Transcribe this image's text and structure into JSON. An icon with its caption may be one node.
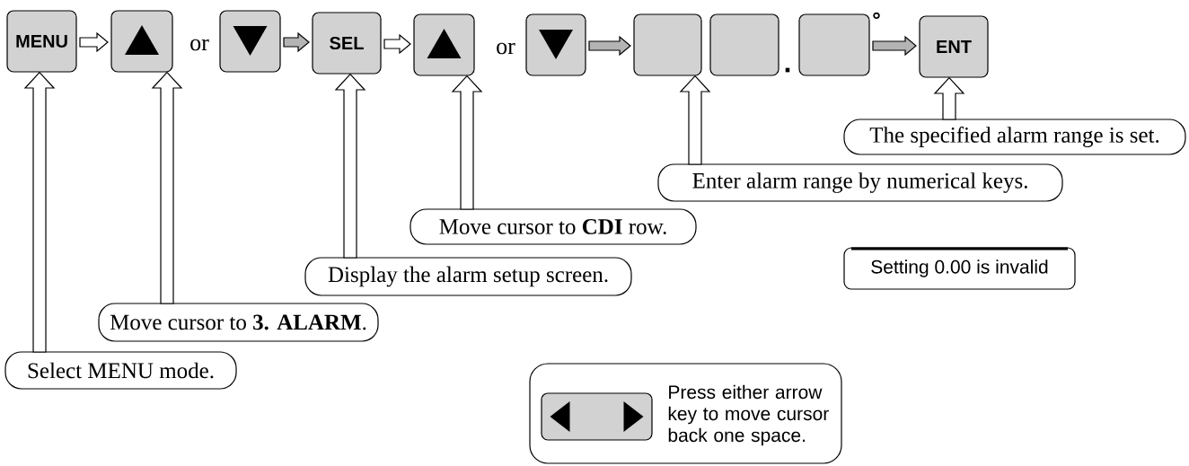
{
  "diagram": {
    "nodes": [
      {
        "text": [
          "MENU"
        ]
      },
      {
        "text": [],
        "shape": "box"
      },
      {
        "text": [],
        "shape": "box"
      },
      {
        "text": [
          "SEL"
        ]
      },
      {
        "text": [],
        "shape": "box"
      },
      {
        "text": [],
        "shape": "box"
      },
      {
        "text": [],
        "shape": "box"
      },
      {
        "text": [],
        "shape": "box"
      },
      {
        "text": [],
        "shape": "box"
      },
      {
        "text": [
          "ENT"
        ]
      },
      {
        "text": [
          "The specified alarm range is set."
        ]
      },
      {
        "text": [
          "Enter alarm range by numerical keys."
        ]
      },
      {
        "text": [
          "Move cursor to **CDI** row."
        ]
      },
      {
        "text": [
          "Display the alarm setup screen."
        ]
      },
      {
        "text": [
          "Move cursor to **3. ALARM**."
        ]
      },
      {
        "text": [
          "Select MENU mode."
        ]
      },
      {
        "text": [
          "Setting 0.00 is invalid"
        ]
      },
      {
        "text": [
          "Press either arrow key to move cursor back one space."
        ]
      },
      {
        "text": [],
        "shape": "box",
        "in": 17
      }
    ],
    "edges": [
      {
        "from": 0,
        "to": 1,
        "arrow": "to"
      },
      {
        "from": 2,
        "to": 3,
        "arrow": "to",
        "color": "#b4b4b4"
      },
      {
        "from": 3,
        "to": 4,
        "arrow": "to"
      },
      {
        "from": 5,
        "to": 6,
        "arrow": "to",
        "color": "#b4b4b4"
      },
      {
        "from": 8,
        "to": 9,
        "arrow": "to",
        "color": "#b4b4b4"
      },
      {
        "from": 15,
        "to": 0,
        "arrow": "to"
      },
      {
        "from": 14,
        "to": 1,
        "arrow": "to"
      },
      {
        "from": 13,
        "to": 3,
        "arrow": "to"
      },
      {
        "from": 12,
        "to": 4,
        "arrow": "to"
      },
      {
        "from": 11,
        "to": 6,
        "arrow": "to"
      },
      {
        "from": 10,
        "to": 9,
        "arrow": "to"
      }
    ],
    "labels": [
      "or",
      "or",
      ".",
      "°"
    ]
  }
}
